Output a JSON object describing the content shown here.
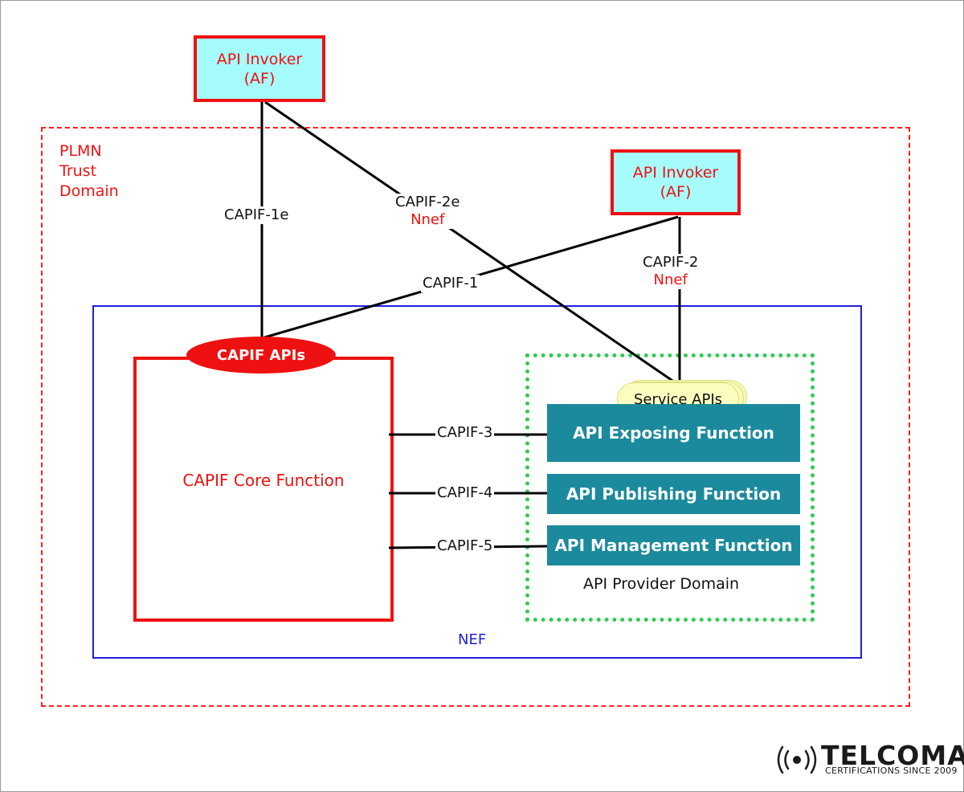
{
  "invoker_top": {
    "line1": "API  Invoker",
    "line2": "(AF)"
  },
  "invoker_right": {
    "line1": "API  Invoker",
    "line2": "(AF)"
  },
  "plmn": {
    "line1": "PLMN",
    "line2": "Trust",
    "line3": "Domain"
  },
  "interfaces": {
    "capif_1e": "CAPIF-1e",
    "capif_2e": "CAPIF-2e",
    "capif_2e_sub": "Nnef",
    "capif_1": "CAPIF-1",
    "capif_2": "CAPIF-2",
    "capif_2_sub": "Nnef",
    "capif_3": "CAPIF-3",
    "capif_4": "CAPIF-4",
    "capif_5": "CAPIF-5"
  },
  "capif_apis": "CAPIF APIs",
  "core_function": "CAPIF Core Function",
  "service_apis": "Service APIs",
  "functions": {
    "exposing": "API Exposing Function",
    "publishing": "API Publishing Function",
    "management": "API Management Function"
  },
  "provider_domain": "API Provider Domain",
  "nef": "NEF",
  "logo": {
    "name": "TELCOMA",
    "tagline": "CERTIFICATIONS SINCE 2009"
  },
  "colors": {
    "red": "#ee1111",
    "blue": "#1f1fe0",
    "green": "#2ecc55",
    "teal": "#1b8a9c",
    "cyan": "#a6fbfb"
  }
}
